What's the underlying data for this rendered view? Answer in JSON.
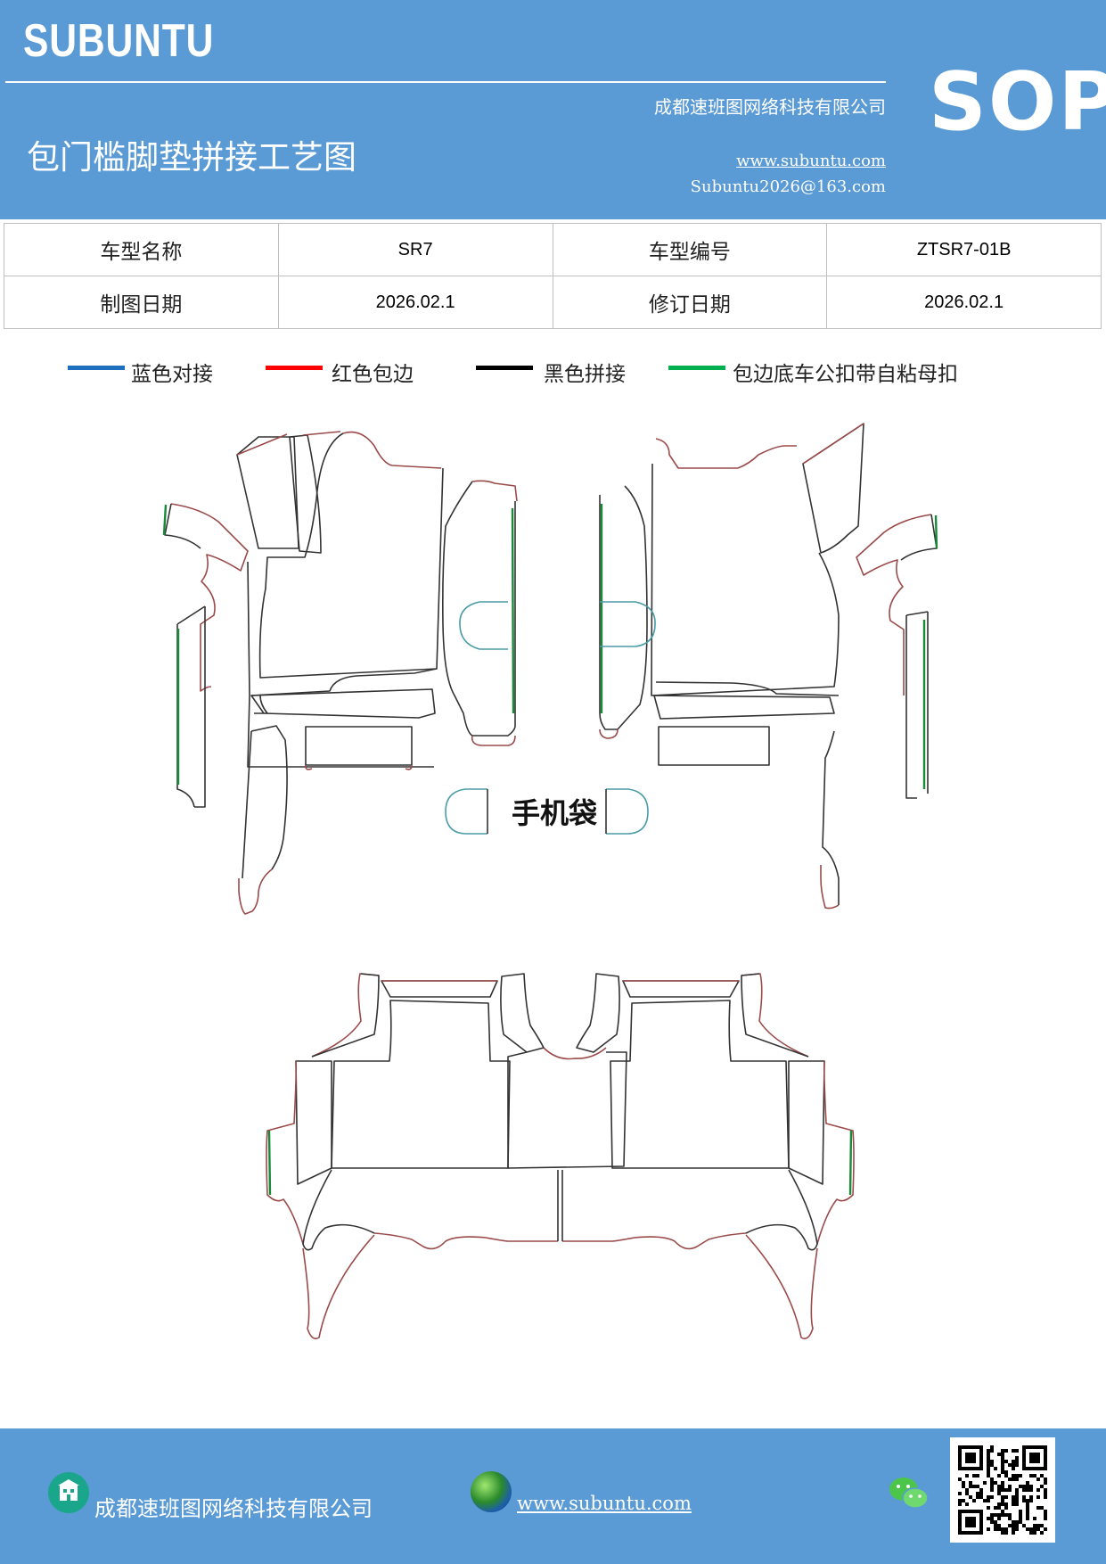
{
  "header": {
    "brand": "SUBUNTU",
    "badge": "SOP",
    "company": "成都速班图网络科技有限公司",
    "title": "包门槛脚垫拼接工艺图",
    "website": "www.subuntu.com",
    "email": "Subuntu2026@163.com"
  },
  "info_table": {
    "rows": [
      {
        "label1": "车型名称",
        "value1": "SR7",
        "label2": "车型编号",
        "value2": "ZTSR7-01B"
      },
      {
        "label1": "制图日期",
        "value1": "2026.02.1",
        "label2": "修订日期",
        "value2": "2026.02.1"
      }
    ]
  },
  "legend": [
    {
      "label": "蓝色对接",
      "color": "#1f6fbf"
    },
    {
      "label": "红色包边",
      "color": "#ff0000"
    },
    {
      "label": "黑色拼接",
      "color": "#000000"
    },
    {
      "label": "包边底车公扣带自粘母扣",
      "color": "#00b050"
    }
  ],
  "drawing": {
    "phone_bag_label": "手机袋",
    "colors": {
      "outline": "#9b4a4a",
      "seam": "#333333",
      "edge": "#1a8a3a",
      "pocket": "#4a9ca8"
    }
  },
  "footer": {
    "company": "成都速班图网络科技有限公司",
    "website": "www.subuntu.com"
  }
}
